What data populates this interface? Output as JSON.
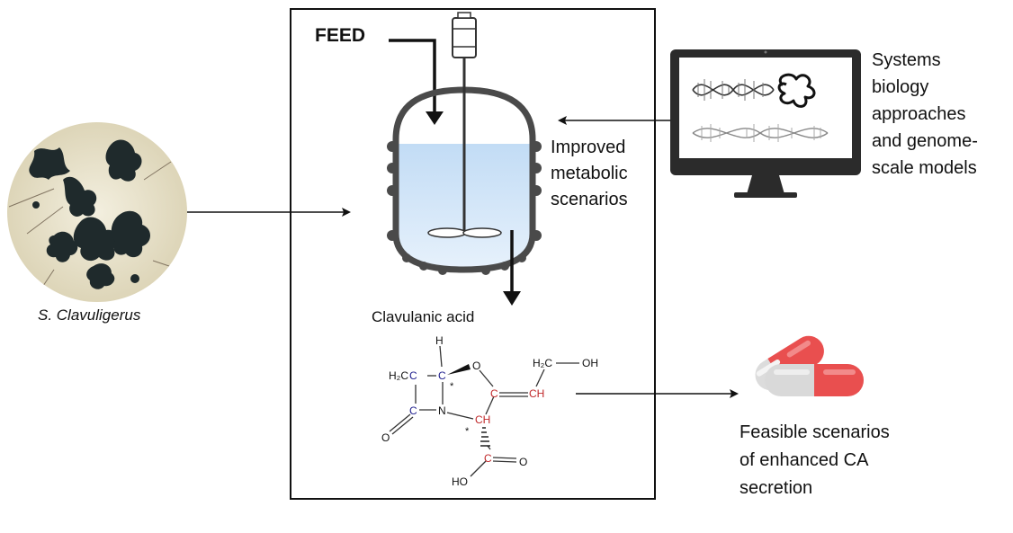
{
  "labels": {
    "feed": "FEED",
    "improved_scenarios": [
      "Improved",
      "metabolic",
      "scenarios"
    ],
    "systems_biology": [
      "Systems",
      "biology",
      "approaches",
      "and genome-",
      "scale models"
    ],
    "organism": "S. Clavuligerus",
    "product": "Clavulanic acid",
    "feasible": [
      "Feasible scenarios",
      "of enhanced CA",
      "secretion"
    ]
  },
  "molecule": {
    "atoms": [
      "H",
      "H₂C",
      "C",
      "C",
      "*",
      "O",
      "C",
      "CH",
      "H₂C",
      "OH",
      "O",
      "C",
      "N",
      "CH",
      "*",
      "C",
      "O",
      "HO"
    ]
  },
  "colors": {
    "liquid_top": "#c2dcf5",
    "liquid_bottom": "#e8f2fc",
    "pill_red": "#e94f4f",
    "pill_grey": "#d9d9d9",
    "atom_blue": "#1c1c8c",
    "atom_red": "#c0282a"
  },
  "icons": {
    "monitor": "monitor-icon",
    "capsule": "capsule-icon",
    "bioreactor": "bioreactor-icon",
    "micrograph": "micrograph-icon"
  }
}
